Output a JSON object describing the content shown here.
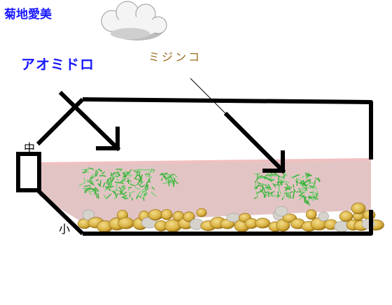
{
  "title": "菊地愛美",
  "labels": {
    "algae": "アオミドロ",
    "daphnia": "ミジンコ",
    "cap": "中",
    "gravel": "小"
  },
  "colors": {
    "title": "#1a1aff",
    "algae_label": "#1a1aff",
    "daphnia_label": "#9a6a1c",
    "outline": "#000000",
    "water": "#e3c4c4",
    "water_line": "#f0c0c0",
    "algae": "#3cb43c",
    "gravel": "#d8b040",
    "gravel_dark": "#a07818",
    "cloud": "#f4f4f4",
    "cloud_shadow": "#bdbdbd"
  },
  "icons": [
    "cloud-icon",
    "arrow-to-algae-icon",
    "arrow-to-daphnia-icon"
  ]
}
